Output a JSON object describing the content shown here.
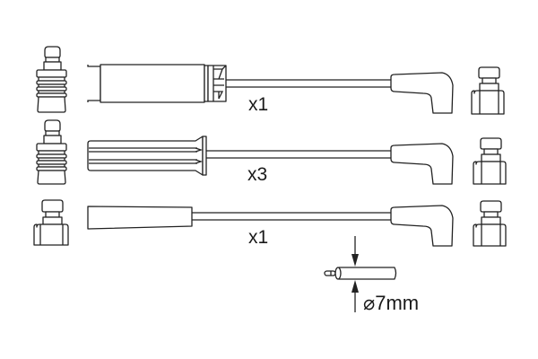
{
  "diagram": {
    "subject": "Ignition cable set",
    "stroke_color": "#222222",
    "background_color": "#ffffff",
    "rows": [
      {
        "id": "row-1",
        "left_connector": "ribbed-spark-plug-boot",
        "cable_sleeve": "clamped-sleeve",
        "right_boot": "angled-boot",
        "end_connector": "flanged-terminal",
        "quantity_label": "x1"
      },
      {
        "id": "row-2",
        "left_connector": "ribbed-spark-plug-boot",
        "cable_sleeve": "fluted-sleeve",
        "right_boot": "angled-boot",
        "end_connector": "flanged-terminal",
        "quantity_label": "x3"
      },
      {
        "id": "row-3",
        "left_connector": "flanged-terminal",
        "cable_sleeve": "plain-sleeve",
        "right_boot": "angled-boot",
        "end_connector": "flanged-terminal",
        "quantity_label": "x1"
      }
    ],
    "dimension": {
      "symbol": "⌀",
      "value": "7mm",
      "label": "⌀7mm"
    }
  }
}
